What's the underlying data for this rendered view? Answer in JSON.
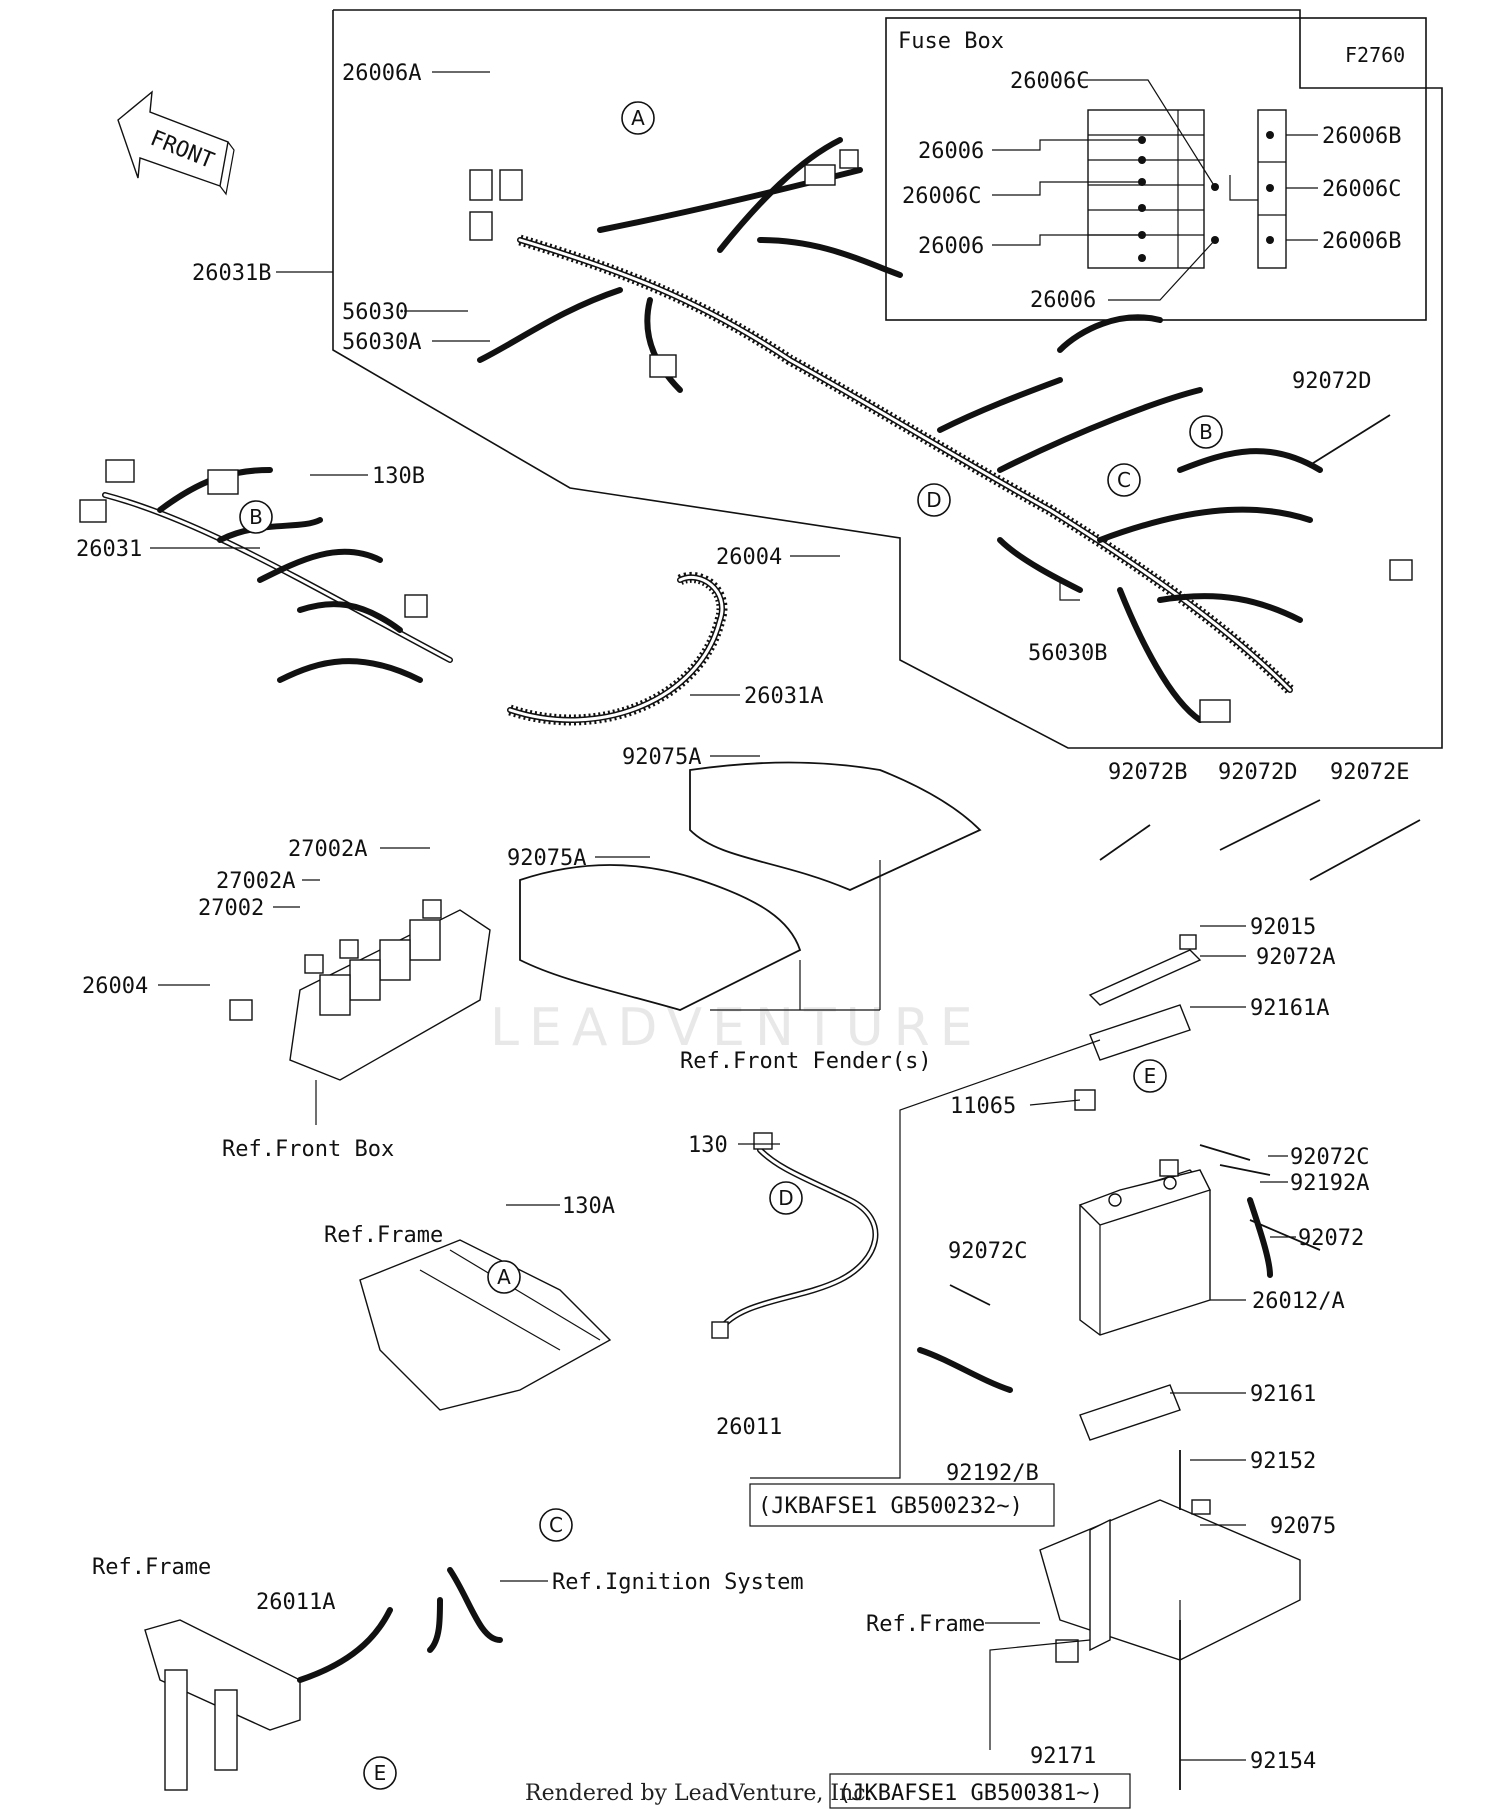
{
  "diagram_id": "F2760",
  "fuse_box": {
    "title": "Fuse Box",
    "labels": [
      "26006C",
      "26006",
      "26006C",
      "26006",
      "26006",
      "26006B",
      "26006C",
      "26006B"
    ]
  },
  "front_arrow": "FRONT",
  "part_labels": {
    "p26006A": "26006A",
    "p26031B": "26031B",
    "p56030": "56030",
    "p56030A": "56030A",
    "p130B": "130B",
    "p26031": "26031",
    "p26004_top": "26004",
    "p56030B": "56030B",
    "p26031A": "26031A",
    "p92072D_top": "92072D",
    "p92075A_1": "92075A",
    "p92075A_2": "92075A",
    "p27002A_1": "27002A",
    "p27002A_2": "27002A",
    "p27002": "27002",
    "p26004_left": "26004",
    "p92072B": "92072B",
    "p92072D": "92072D",
    "p92072E": "92072E",
    "p92015": "92015",
    "p92072A": "92072A",
    "p92161A": "92161A",
    "p11065": "11065",
    "p130": "130",
    "p92072C_r": "92072C",
    "p92192A": "92192A",
    "p92072": "92072",
    "p130A": "130A",
    "p92072C_l": "92072C",
    "p26012A": "26012/A",
    "p26011": "26011",
    "p92161": "92161",
    "p92192B": "92192/B",
    "p92152": "92152",
    "p92075": "92075",
    "p26011A": "26011A",
    "p92171": "92171",
    "p92154": "92154"
  },
  "references": {
    "front_fender": "Ref.Front Fender(s)",
    "front_box": "Ref.Front Box",
    "frame_1": "Ref.Frame",
    "frame_2": "Ref.Frame",
    "frame_3": "Ref.Frame",
    "ignition": "Ref.Ignition System"
  },
  "serial_notes": {
    "note_1": "(JKBAFSE1 GB500232~)",
    "note_2": "(JKBAFSE1 GB500381~)"
  },
  "callouts": [
    "A",
    "B",
    "C",
    "D",
    "B",
    "C",
    "D",
    "A",
    "E",
    "C",
    "E"
  ],
  "watermark": "LEADVENTURE",
  "footer": "Rendered by LeadVenture, Inc."
}
